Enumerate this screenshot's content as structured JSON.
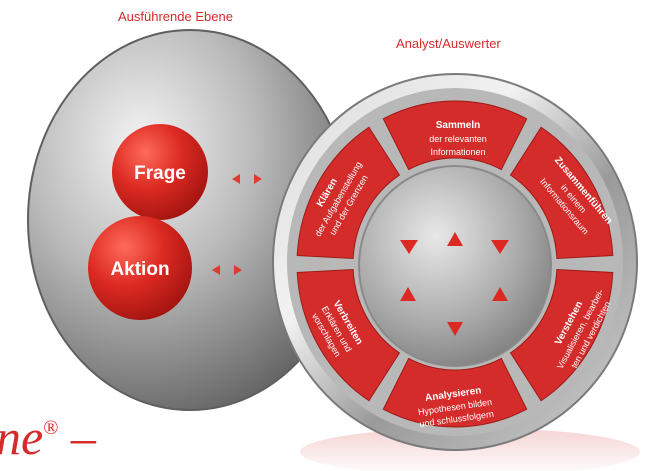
{
  "labels": {
    "executive_level": "Ausführende Ebene",
    "analyst_level": "Analyst/Auswerter"
  },
  "left_disk": {
    "frage": "Frage",
    "aktion": "Aktion"
  },
  "cycle": {
    "sammeln": {
      "title": "Sammeln",
      "line1": "der relevanten",
      "line2": "Informationen"
    },
    "zusammenfuehren": {
      "title": "Zusammenführen",
      "line1": "in einem",
      "line2": "Informationsraum"
    },
    "verstehen": {
      "title": "Verstehen",
      "line1": "Visualisieren, bearbei-",
      "line2": "ten und verdichten"
    },
    "analysieren": {
      "title": "Analysieren",
      "line1": "Hypothesen bilden",
      "line2": "und schlussfolgern"
    },
    "verbreiten": {
      "title": "Verbreiten",
      "line1": "Erklären und",
      "line2": "vorschlagen"
    },
    "klaeren": {
      "title": "Klären",
      "line1": "der Aufgabenstellung",
      "line2": "und der Grenzen"
    }
  },
  "brand": {
    "partial_text": "ne",
    "registered": "®",
    "dash": "–"
  },
  "colors": {
    "accent_red": "#d42b2b",
    "metal_light": "#e6e6e6",
    "metal_dark": "#6c6c6c"
  }
}
